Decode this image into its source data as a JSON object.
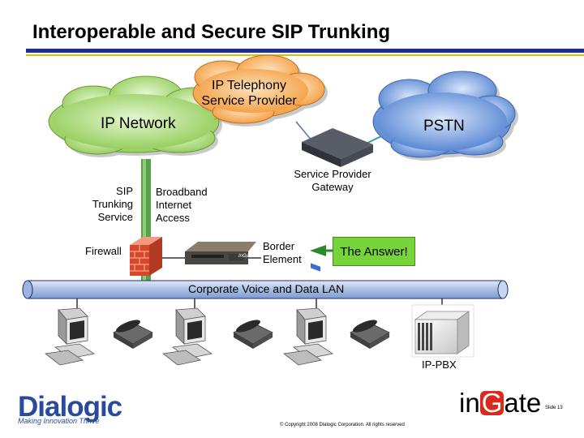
{
  "title": "Interoperable and Secure SIP Trunking",
  "clouds": {
    "ip_network": "IP Network",
    "provider_line1": "IP Telephony",
    "provider_line2": "Service Provider",
    "pstn": "PSTN"
  },
  "labels": {
    "sip_trunking": [
      "SIP",
      "Trunking",
      "Service"
    ],
    "firewall": "Firewall",
    "broadband": [
      "Broadband",
      "Internet",
      "Access"
    ],
    "gateway": [
      "Service Provider",
      "Gateway"
    ],
    "border": [
      "Border",
      "Element"
    ],
    "answer": "The Answer!",
    "lan": "Corporate Voice and Data LAN",
    "pbx": "IP-PBX",
    "router_brand": "InGate"
  },
  "footer": {
    "dialogic_logo": "Dialogic",
    "dialogic_tagline": "Making Innovation Thrive",
    "ingate_pre": "in",
    "ingate_g": "G",
    "ingate_post": "ate",
    "slide": "Slide 13",
    "copyright": "© Copyright 2008 Dialogic Corporation. All rights reserved"
  },
  "colors": {
    "title_bar": "#1f2f8f",
    "title_accent": "#d6c400",
    "cloud_green": "#9bd461",
    "cloud_orange": "#f6a64b",
    "cloud_blue": "#5f8fd8",
    "lan_fill": "#b8c9e6",
    "answer_fill": "#76d43a",
    "firewall_red": "#d8472a",
    "ingate_red": "#d92a1c",
    "dialogic_blue": "#2a4b9b"
  }
}
